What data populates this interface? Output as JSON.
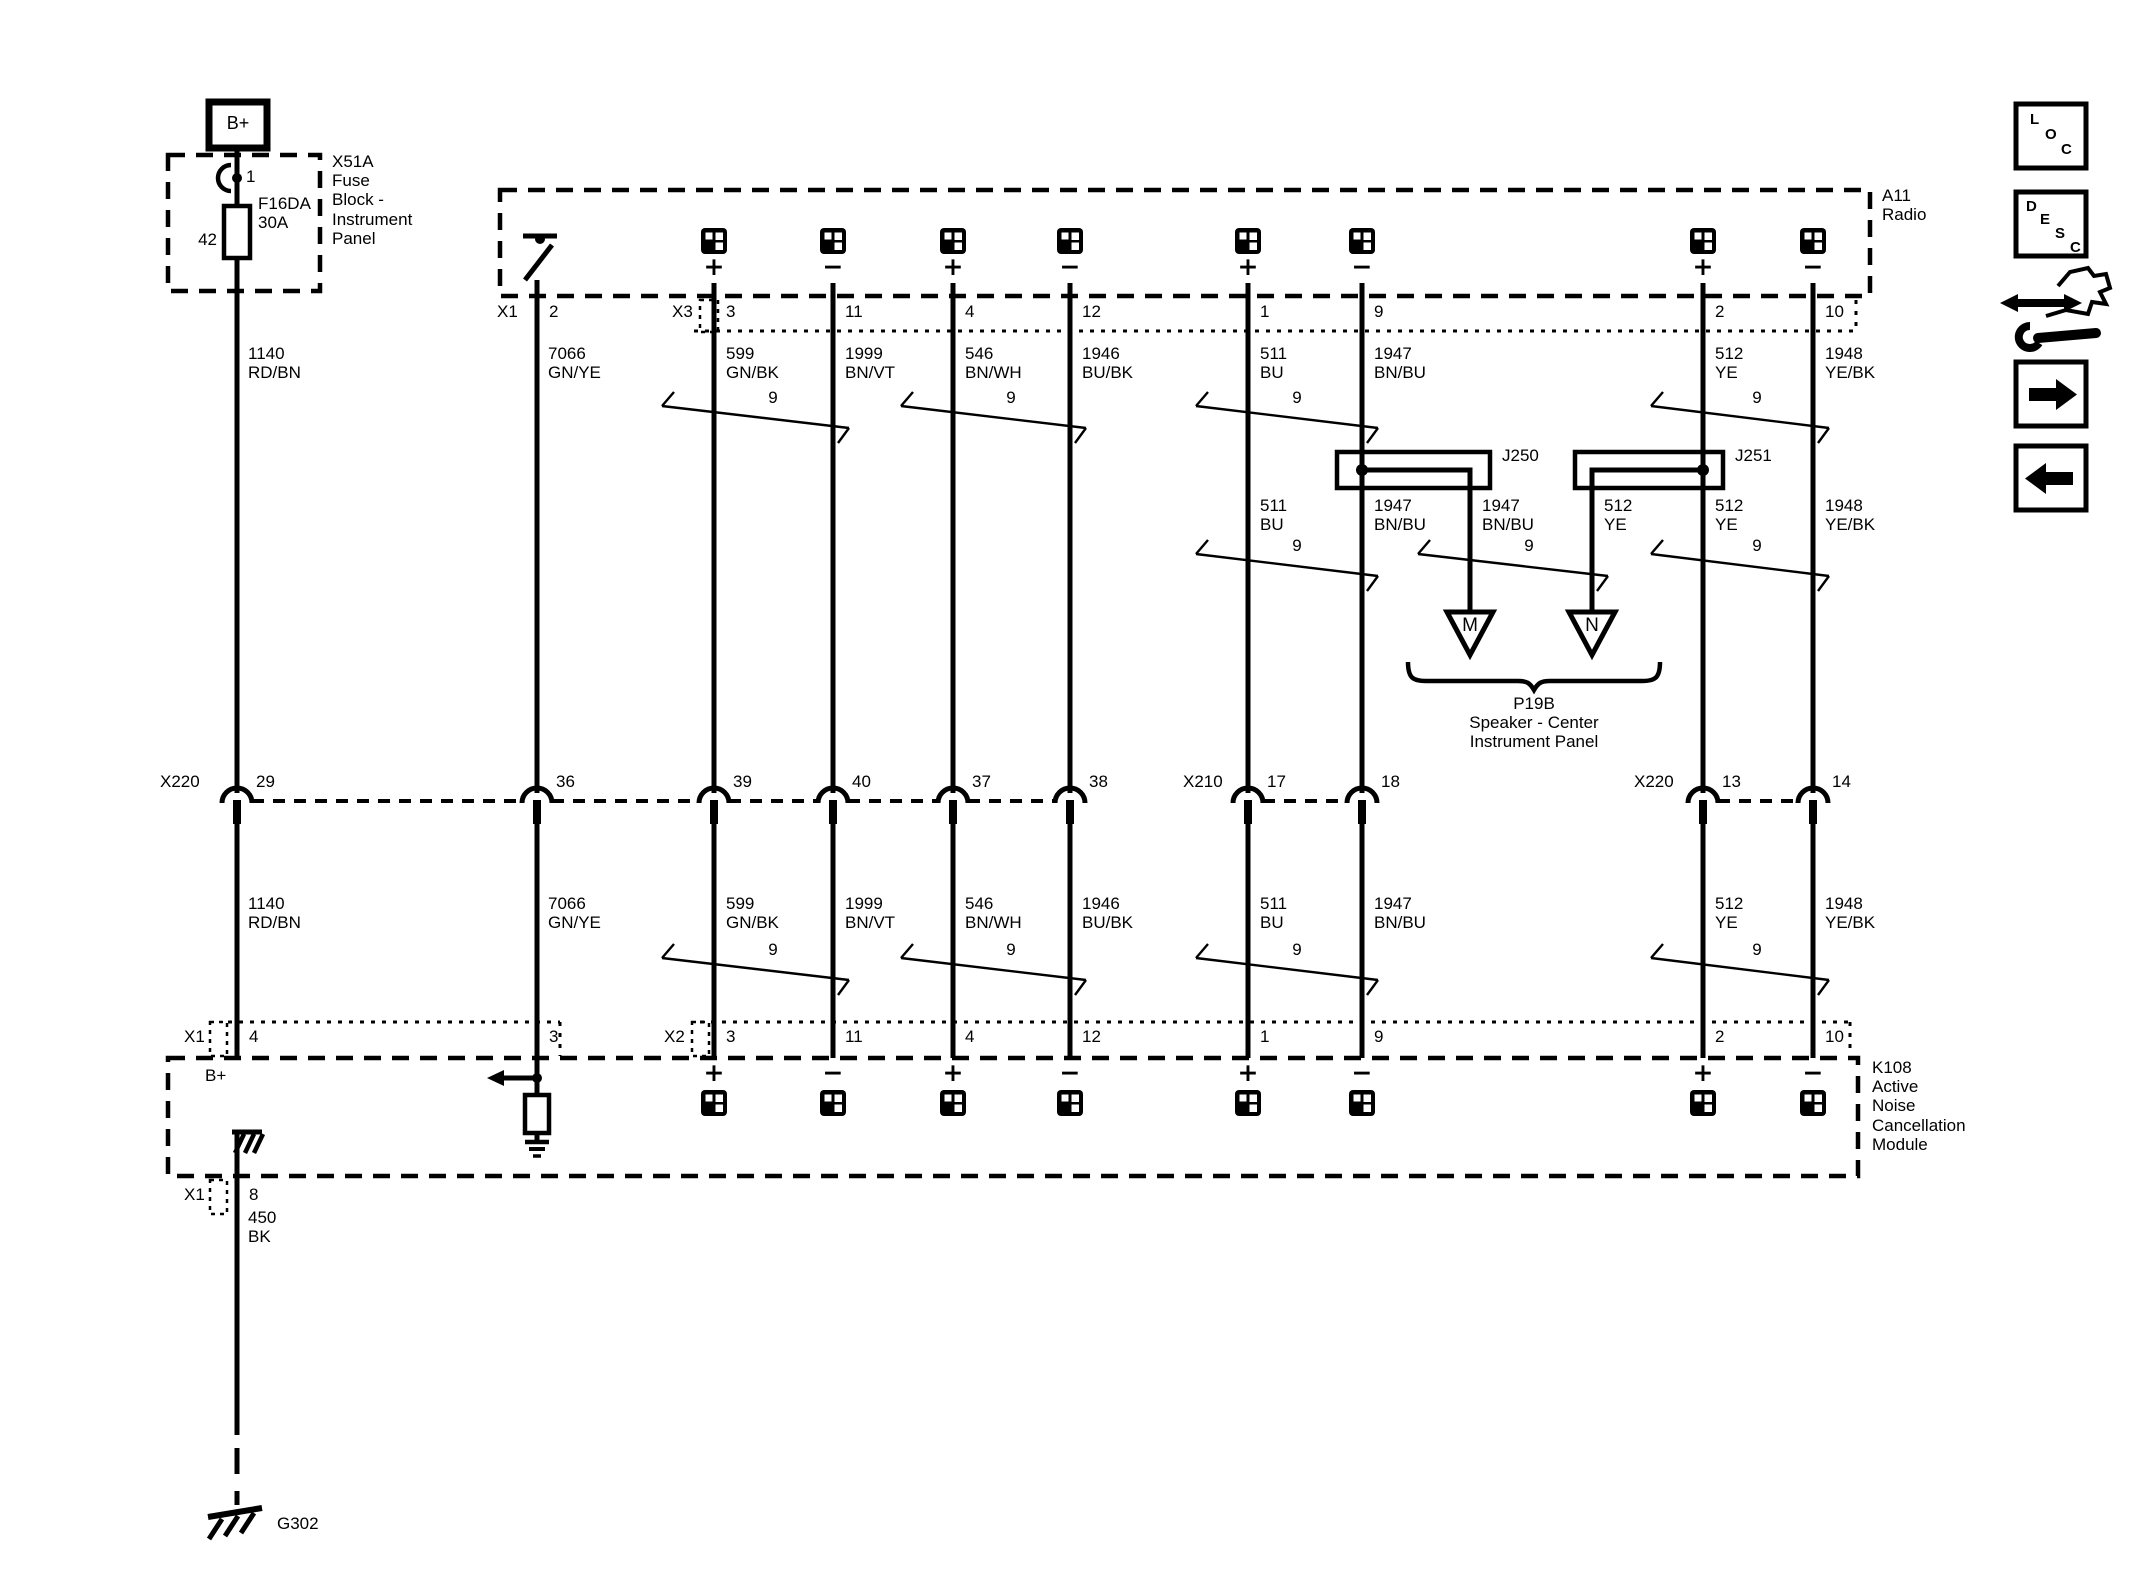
{
  "labels": {
    "b_plus": "B+",
    "twist": "9",
    "plus": "+",
    "minus": "−"
  },
  "fuse_block": {
    "pin_top": "1",
    "pin_left": "42",
    "fuse": "F16DA\n30A",
    "name": "X51A\nFuse\nBlock -\nInstrument\nPanel"
  },
  "radio": {
    "name": "A11\nRadio",
    "conn1": "X1",
    "conn1_pin": "2",
    "conn2": "X3",
    "pins": [
      "3",
      "11",
      "4",
      "12",
      "1",
      "9",
      "2",
      "10"
    ]
  },
  "wires_row1": [
    "1140\nRD/BN",
    "7066\nGN/YE",
    "599\nGN/BK",
    "1999\nBN/VT",
    "546\nBN/WH",
    "1946\nBU/BK",
    "511\nBU",
    "1947\nBN/BU",
    "512\nYE",
    "1948\nYE/BK"
  ],
  "junctions": {
    "left": "J250",
    "right": "J251"
  },
  "wires_row2": [
    "511\nBU",
    "1947\nBN/BU",
    "1947\nBN/BU",
    "512\nYE",
    "512\nYE",
    "1948\nYE/BK"
  ],
  "speaker": {
    "m": "M",
    "n": "N",
    "name": "P19B\nSpeaker - Center\nInstrument Panel"
  },
  "mid_connectors": {
    "left_name": "X220",
    "left_pins": [
      "29",
      "36",
      "39",
      "40",
      "37",
      "38"
    ],
    "mid_name": "X210",
    "mid_pins": [
      "17",
      "18"
    ],
    "right_name": "X220",
    "right_pins": [
      "13",
      "14"
    ]
  },
  "wires_row3": [
    "1140\nRD/BN",
    "7066\nGN/YE",
    "599\nGN/BK",
    "1999\nBN/VT",
    "546\nBN/WH",
    "1946\nBU/BK",
    "511\nBU",
    "1947\nBN/BU",
    "512\nYE",
    "1948\nYE/BK"
  ],
  "module": {
    "name": "K108\nActive\nNoise\nCancellation\nModule",
    "b_plus": "B+",
    "conn1": "X1",
    "p1": "4",
    "p2": "3",
    "conn2": "X2",
    "pins": [
      "3",
      "11",
      "4",
      "12",
      "1",
      "9",
      "2",
      "10"
    ]
  },
  "ground_path": {
    "conn": "X1",
    "pin": "8",
    "wire": "450\nBK",
    "ground": "G302"
  },
  "sidebar": {
    "loc": [
      "L",
      "O",
      "C"
    ],
    "desc": [
      "D",
      "E",
      "S",
      "C"
    ]
  }
}
